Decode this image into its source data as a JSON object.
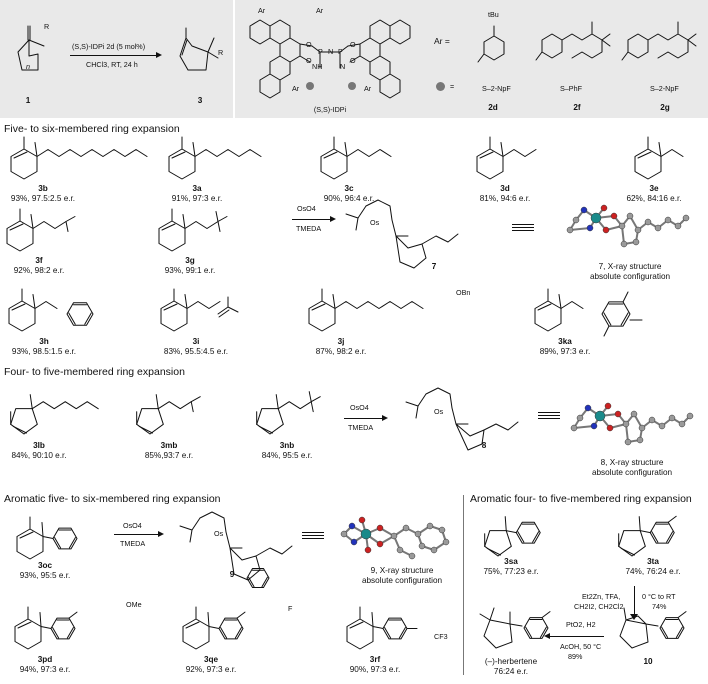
{
  "header": {
    "reagent_line1": "(S,S)-IDPi 2d (5 mol%)",
    "reagent_line2": "CHCl3, RT, 24 h",
    "start_label": "1",
    "product_label": "3",
    "n_label": "n",
    "r_label": "R",
    "r2_label": "R",
    "catalyst_name": "(S,S)-IDPi",
    "ar_label1": "Ar",
    "ar_label2": "Ar",
    "ar_label3": "Ar",
    "ar_label4": "Ar",
    "ar_equals": "Ar  =",
    "tbu_label": "tBu",
    "nh_label": "NH",
    "n_atom": "N",
    "p1": "P",
    "p2": "P",
    "o1": "O",
    "o2": "O",
    "o3": "O",
    "o4": "O",
    "nsub_label": "N",
    "dot_equals": "=",
    "so2_2d": "S–2-NpF",
    "so2_2f": "S–PhF",
    "so2_2g": "S–2-NpF",
    "cat_2d": "2d",
    "cat_2f": "2f",
    "cat_2g": "2g"
  },
  "sections": {
    "s1": "Five- to six-membered ring expansion",
    "s2": "Four- to five-membered ring expansion",
    "s3": "Aromatic five- to six-membered ring expansion",
    "s4": "Aromatic four- to five-membered ring expansion"
  },
  "compounds": [
    {
      "label": "3b",
      "result": "93%, 97.5:2.5 e.r."
    },
    {
      "label": "3a",
      "result": "91%, 97:3 e.r."
    },
    {
      "label": "3c",
      "result": "90%, 96:4 e.r."
    },
    {
      "label": "3d",
      "result": "81%, 94:6 e.r."
    },
    {
      "label": "3e",
      "result": "62%, 84:16 e.r."
    },
    {
      "label": "3f",
      "result": "92%, 98:2 e.r."
    },
    {
      "label": "3g",
      "result": "93%, 99:1 e.r."
    },
    {
      "label": "3h",
      "result": "93%, 98.5:1.5 e.r."
    },
    {
      "label": "3i",
      "result": "83%, 95.5:4.5 e.r."
    },
    {
      "label": "3j",
      "result": "87%, 98:2 e.r."
    },
    {
      "label": "3ka",
      "result": "89%, 97:3 e.r."
    },
    {
      "label": "3lb",
      "result": "84%, 90:10 e.r."
    },
    {
      "label": "3mb",
      "result": "85%,93:7 e.r."
    },
    {
      "label": "3nb",
      "result": "84%, 95:5 e.r."
    },
    {
      "label": "3oc",
      "result": "93%, 95:5 e.r."
    },
    {
      "label": "3pd",
      "result": "94%, 97:3 e.r."
    },
    {
      "label": "3qe",
      "result": "92%, 97:3 e.r."
    },
    {
      "label": "3rf",
      "result": "90%, 97:3 e.r."
    },
    {
      "label": "3sa",
      "result": "75%, 77:23 e.r."
    },
    {
      "label": "3ta",
      "result": "74%, 76:24 e.r."
    }
  ],
  "osmium": {
    "oso4_1": "OsO4",
    "tmeda_1": "TMEDA",
    "label_7": "7",
    "xray_7_line1": "7, X-ray structure",
    "xray_7_line2": "absolute configuration",
    "oso4_2": "OsO4",
    "tmeda_2": "TMEDA",
    "label_8": "8",
    "xray_8_line1": "8, X-ray structure",
    "xray_8_line2": "absolute configuration",
    "oso4_3": "OsO4",
    "tmeda_3": "TMEDA",
    "label_9": "9",
    "xray_9_line1": "9, X-ray structure",
    "xray_9_line2": "absolute configuration",
    "os_atom": "Os"
  },
  "subst": {
    "obn": "OBn",
    "ome": "OMe",
    "f": "F",
    "cf3": "CF3"
  },
  "herbertene": {
    "cond1_line1": "Et2Zn, TFA,",
    "cond1_line2": "CH2I2, CH2Cl2",
    "cond1_right1": "0 °C to RT",
    "cond1_right2": "74%",
    "cond2_line1": "PtO2, H2",
    "cond2_line2": "AcOH, 50 °C",
    "cond2_line3": "89%",
    "label_10": "10",
    "name": "(–)-herbertene",
    "er": "76:24 e.r."
  },
  "colors": {
    "header_bg": "#e9e9e9",
    "oxygen": "#cc2222",
    "nitrogen": "#2233bb",
    "osmium": "#1a8a8a",
    "carbon_ball": "#9a9a9a"
  }
}
